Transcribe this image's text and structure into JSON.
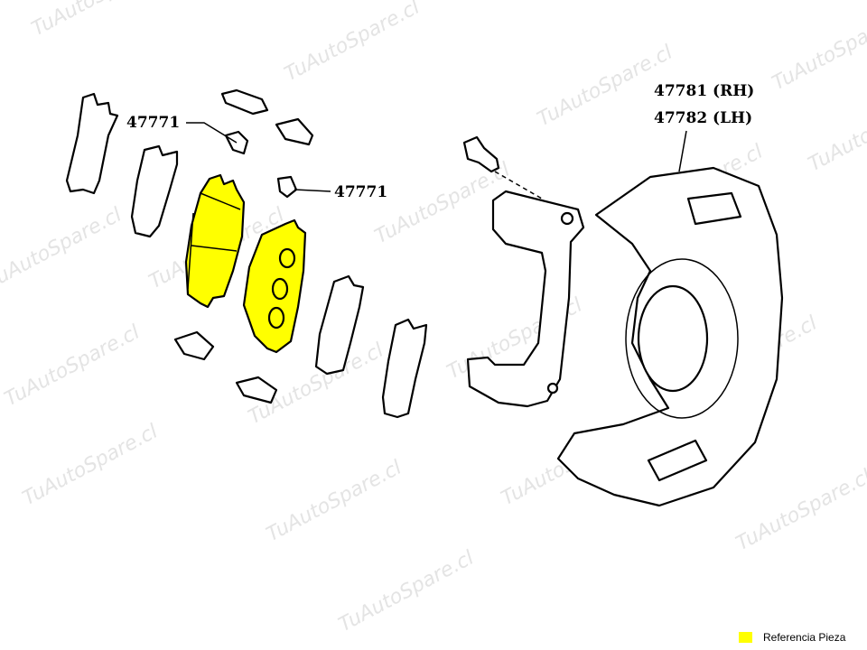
{
  "watermark": "TuAutoSpare.cl",
  "labels": {
    "clip_upper": "47771",
    "clip_right": "47771",
    "dust_cover_rh": "47781 (RH)",
    "dust_cover_lh": "47782 (LH)"
  },
  "legend": {
    "label": "Referencia Pieza",
    "color": "#ffff00"
  }
}
